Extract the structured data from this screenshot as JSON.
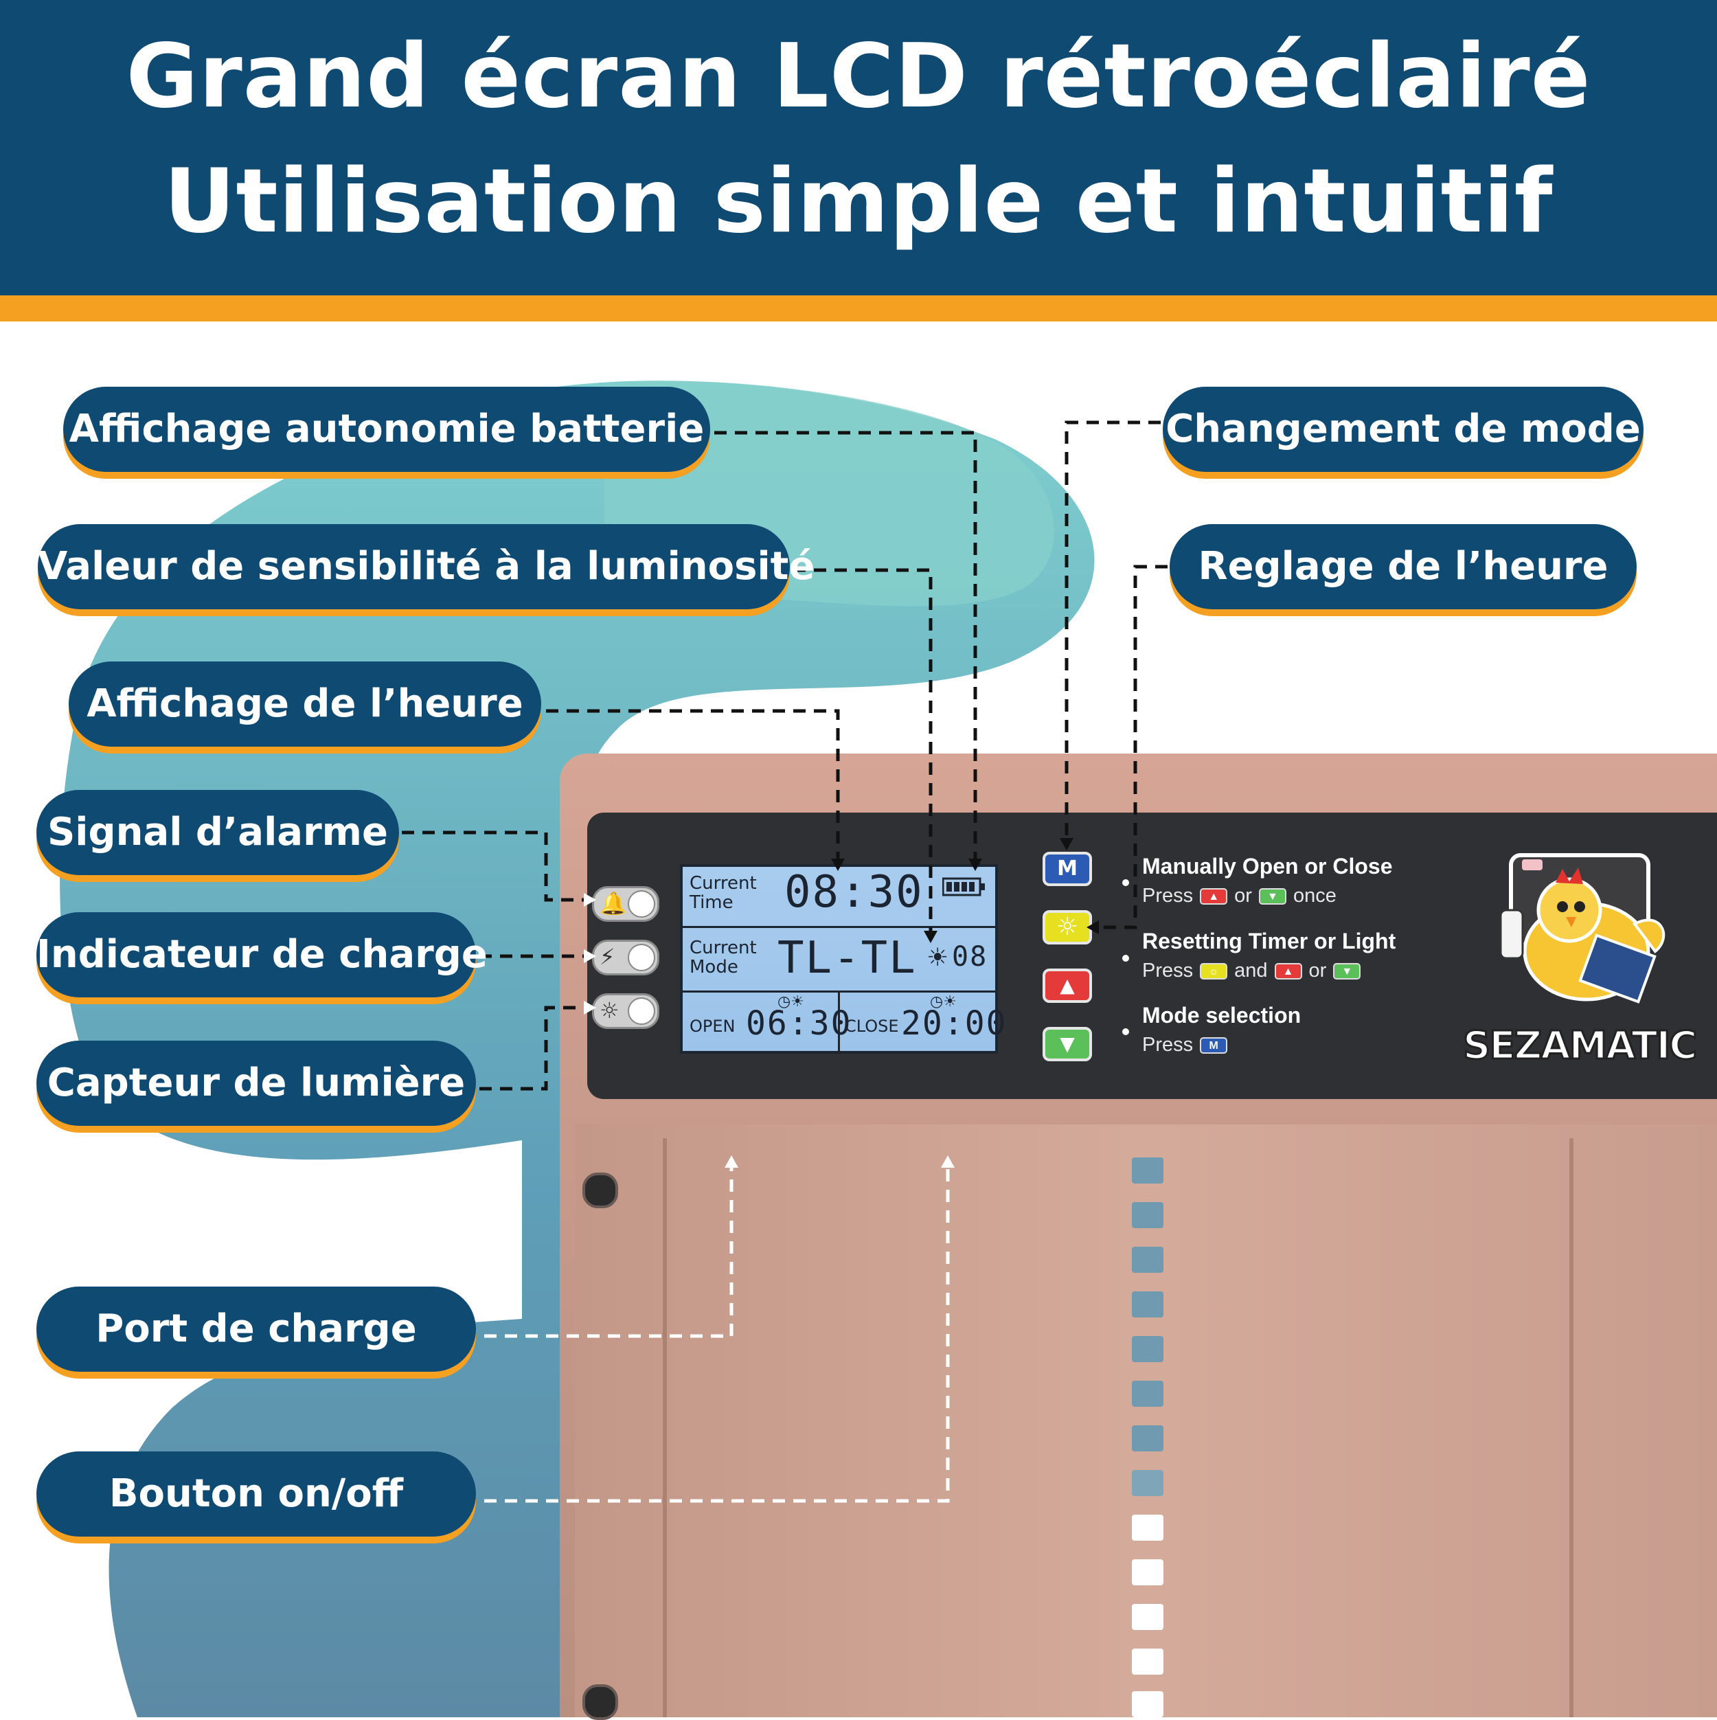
{
  "header": {
    "line1": "Grand écran LCD rétroéclairé",
    "line2": "Utilisation simple et intuitif"
  },
  "labels": {
    "battery": "Affichage autonomie batterie",
    "sensitivity": "Valeur de sensibilité à la luminosité",
    "time_display": "Affichage de l’heure",
    "alarm": "Signal d’alarme",
    "charge_indicator": "Indicateur de charge",
    "light_sensor": "Capteur de lumière",
    "charge_port": "Port de charge",
    "power_button": "Bouton on/off",
    "mode_change": "Changement de mode",
    "time_setting": "Reglage de l’heure"
  },
  "lcd": {
    "current_time_label_1": "Current",
    "current_time_label_2": "Time",
    "current_time": "08:30",
    "current_mode_label_1": "Current",
    "current_mode_label_2": "Mode",
    "mode": "TL-TL",
    "sensitivity": "08",
    "open_label": "OPEN",
    "open_time": "06:30",
    "close_label": "CLOSE",
    "close_time": "20:00"
  },
  "keys": {
    "mode_key": "M"
  },
  "instructions": [
    {
      "title": "Manually Open or Close",
      "press": "Press",
      "mid": "or",
      "end": "once"
    },
    {
      "title": "Resetting Timer or Light",
      "press": "Press",
      "mid": "and",
      "end": "or"
    },
    {
      "title": "Mode selection",
      "press": "Press",
      "key": "M"
    }
  ],
  "brand": "SEZAMATIC",
  "colors": {
    "navy": "#0f4a73",
    "orange": "#f6a022",
    "key_blue": "#2c5bb5",
    "key_yellow": "#e6e020",
    "key_red": "#e43a3a",
    "key_green": "#5bbf5a"
  },
  "icons": {
    "alarm": "bell-icon",
    "charge": "battery-charge-icon",
    "light": "sun-icon",
    "battery": "battery-full-icon"
  }
}
